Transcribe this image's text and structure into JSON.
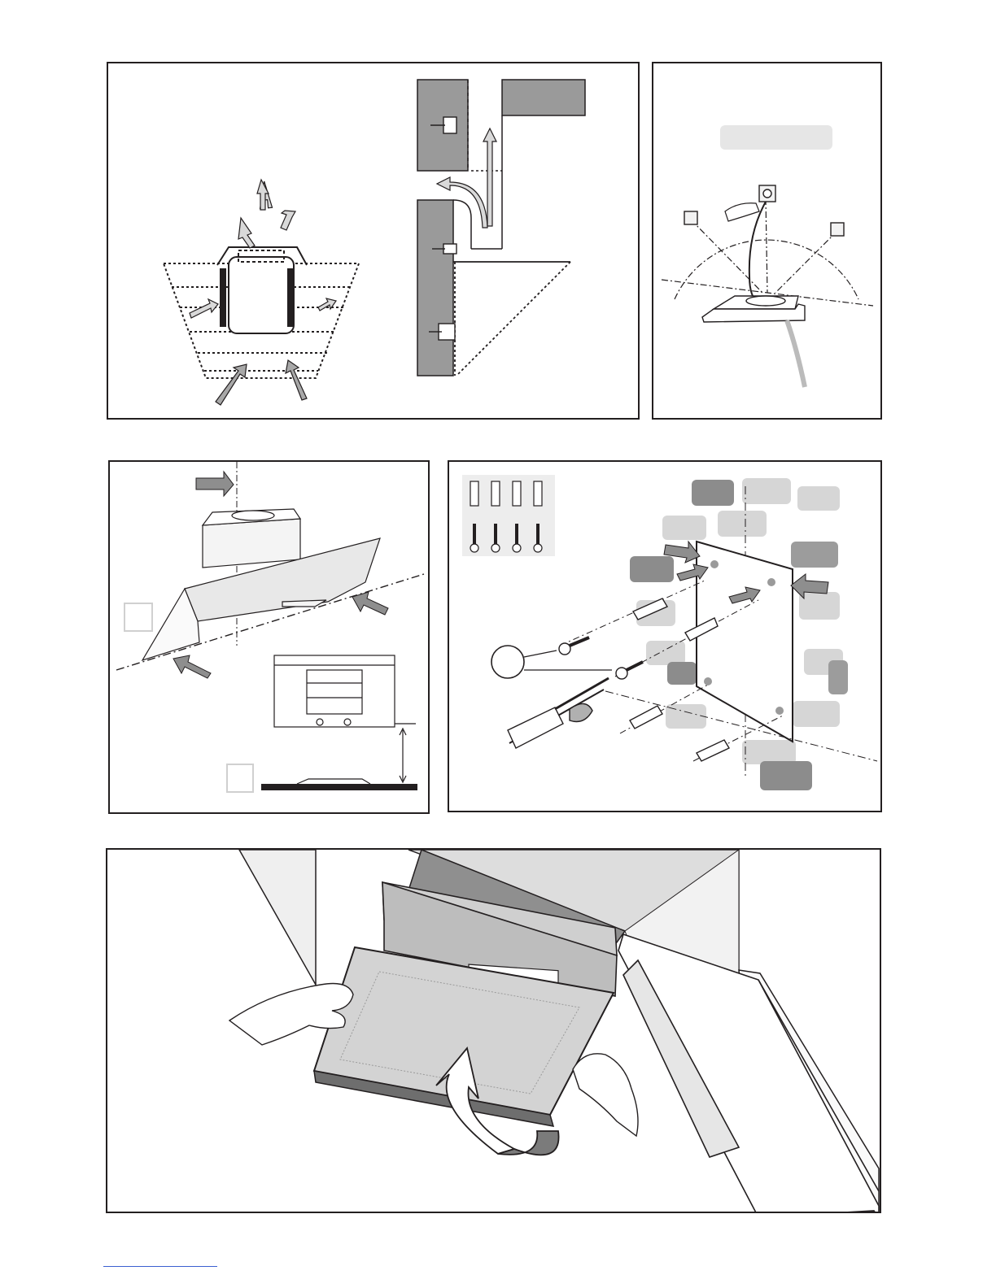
{
  "figures": [
    {
      "id": "fig-1",
      "subject": "airflow-and-duct-installation"
    },
    {
      "id": "fig-2",
      "subject": "electrical-connection"
    },
    {
      "id": "fig-3",
      "subject": "hood-positioning-and-height"
    },
    {
      "id": "fig-4",
      "subject": "wall-bracket-fixing"
    },
    {
      "id": "fig-5",
      "subject": "filter-panel-removal"
    }
  ],
  "labels": {
    "fig2_caption_box": "",
    "fig3_label_a": "",
    "fig3_label_b": "",
    "fig4_callout": ""
  },
  "colors": {
    "outline": "#231f20",
    "arrow_fill": "#9d9d9d",
    "wall_fill": "#9a9a9a",
    "brick_fill": "#8c8c8c",
    "panel_fill": "#c8c8c8"
  }
}
